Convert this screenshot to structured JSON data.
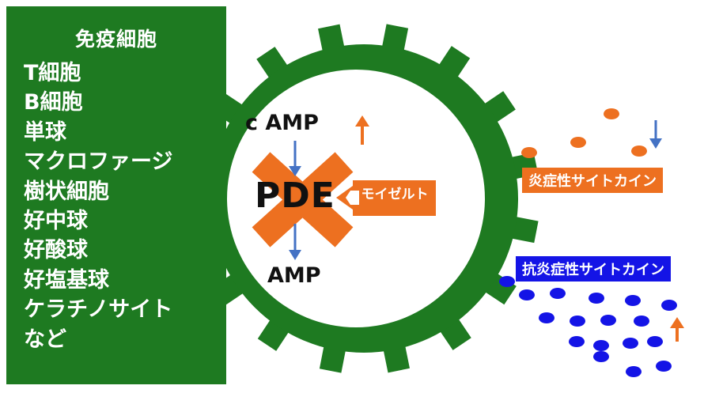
{
  "cell_panel": {
    "title": "免疫細胞",
    "items": [
      "T細胞",
      "B細胞",
      "単球",
      "マクロファージ",
      "樹状細胞",
      "好中球",
      "好酸球",
      "好塩基球",
      "ケラチノサイト",
      "など"
    ]
  },
  "pathway": {
    "substrate": "c AMP",
    "enzyme": "PDE",
    "product": "AMP",
    "inhibitor": "モイゼルト",
    "camp_trend": "up"
  },
  "cytokines": {
    "proinflammatory": {
      "label": "炎症性サイトカイン",
      "trend": "down"
    },
    "anti_inflammatory": {
      "label": "抗炎症性サイトカイン",
      "trend": "up"
    }
  },
  "colors": {
    "cell_green": "#1e7a21",
    "orange": "#ed7020",
    "blue_arrow": "#4472c4",
    "anti_blue": "#1414e6",
    "white": "#ffffff"
  }
}
